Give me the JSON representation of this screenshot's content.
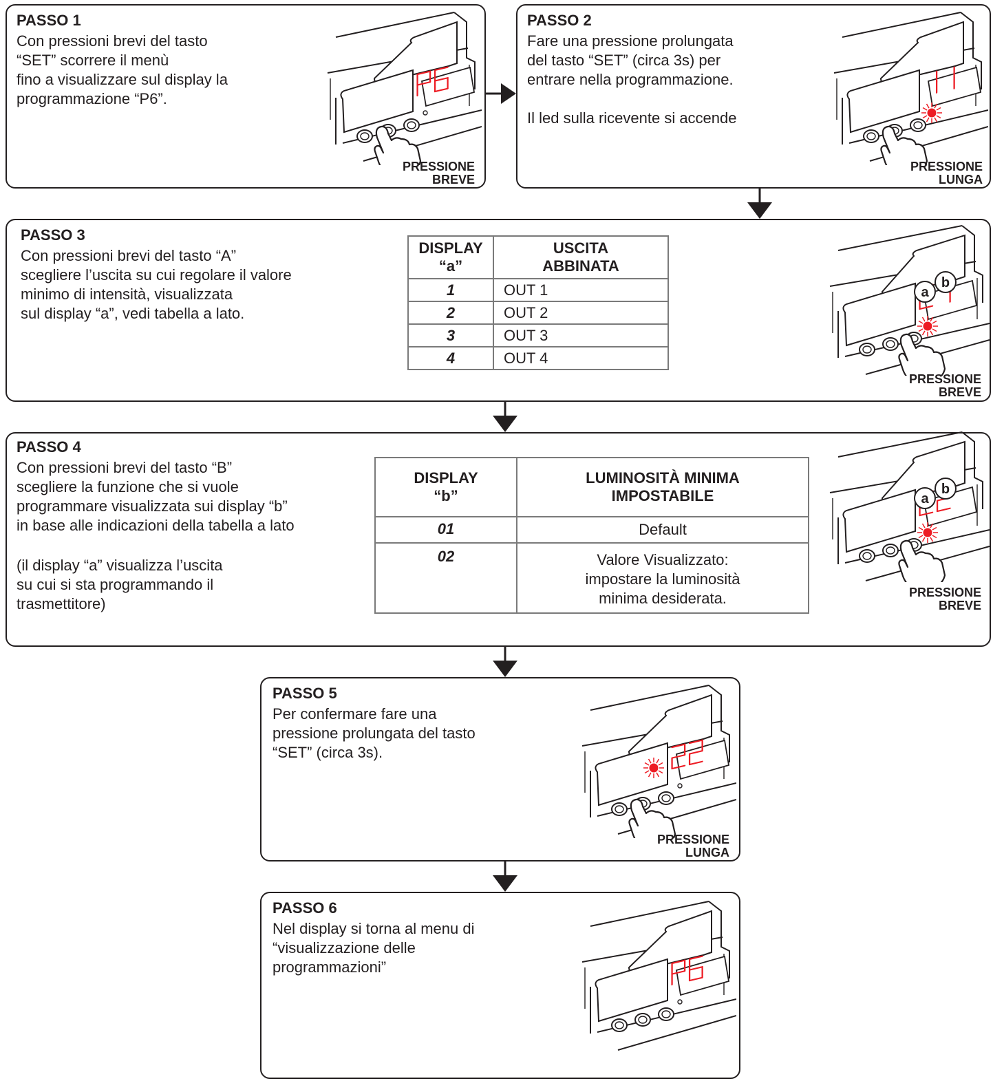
{
  "steps": {
    "s1": {
      "title": "PASSO 1",
      "lines": [
        "Con pressioni brevi del tasto",
        "“SET” scorrere il menù",
        "fino a visualizzare sul display la",
        "programmazione “P6”."
      ],
      "press": [
        "PRESSIONE",
        "BREVE"
      ],
      "display": "P6"
    },
    "s2": {
      "title": "PASSO 2",
      "lines": [
        "Fare una pressione prolungata",
        "del tasto “SET” (circa 3s) per",
        "entrare nella programmazione."
      ],
      "note": "Il led sulla ricevente si accende",
      "press": [
        "PRESSIONE",
        "LUNGA"
      ],
      "display": "11"
    },
    "s3": {
      "title": "PASSO 3",
      "lines": [
        "Con pressioni brevi del tasto “A”",
        "scegliere l’uscita su cui regolare il valore",
        "minimo di intensità, visualizzata",
        "sul display “a”, vedi tabella a lato."
      ],
      "press": [
        "PRESSIONE",
        "BREVE"
      ],
      "display": "21",
      "labels": [
        "a",
        "b"
      ],
      "table": {
        "headers": [
          [
            "DISPLAY",
            "“a”"
          ],
          [
            "USCITA",
            "ABBINATA"
          ]
        ],
        "rows": [
          [
            "1",
            "OUT 1"
          ],
          [
            "2",
            "OUT 2"
          ],
          [
            "3",
            "OUT 3"
          ],
          [
            "4",
            "OUT 4"
          ]
        ]
      }
    },
    "s4": {
      "title": "PASSO 4",
      "lines": [
        "Con pressioni brevi del tasto “B”",
        "scegliere la funzione che si vuole",
        "programmare visualizzata sui display “b”",
        "in base alle indicazioni della tabella a lato"
      ],
      "lines2": [
        "(il display “a” visualizza l’uscita",
        "su cui si sta programmando il",
        "trasmettitore)"
      ],
      "press": [
        "PRESSIONE",
        "BREVE"
      ],
      "display": "22",
      "labels": [
        "a",
        "b"
      ],
      "table": {
        "headers": [
          [
            "DISPLAY",
            "“b”"
          ],
          [
            "LUMINOSITÀ MINIMA",
            "IMPOSTABILE"
          ]
        ],
        "rows": [
          [
            "01",
            [
              "Default"
            ]
          ],
          [
            "02",
            [
              "Valore Visualizzato:",
              "impostare la luminosità",
              "minima desiderata."
            ]
          ]
        ]
      }
    },
    "s5": {
      "title": "PASSO 5",
      "lines": [
        "Per confermare fare una",
        "pressione prolungata del tasto",
        "“SET” (circa 3s)."
      ],
      "press": [
        "PRESSIONE",
        "LUNGA"
      ],
      "display": "22"
    },
    "s6": {
      "title": "PASSO 6",
      "lines": [
        "Nel display si torna al menu di",
        "“visualizzazione delle",
        "programmazioni”"
      ],
      "display": "P6"
    }
  },
  "colors": {
    "ink": "#231f20",
    "led": "#ed1c24",
    "table_border": "#7a7a7a"
  }
}
